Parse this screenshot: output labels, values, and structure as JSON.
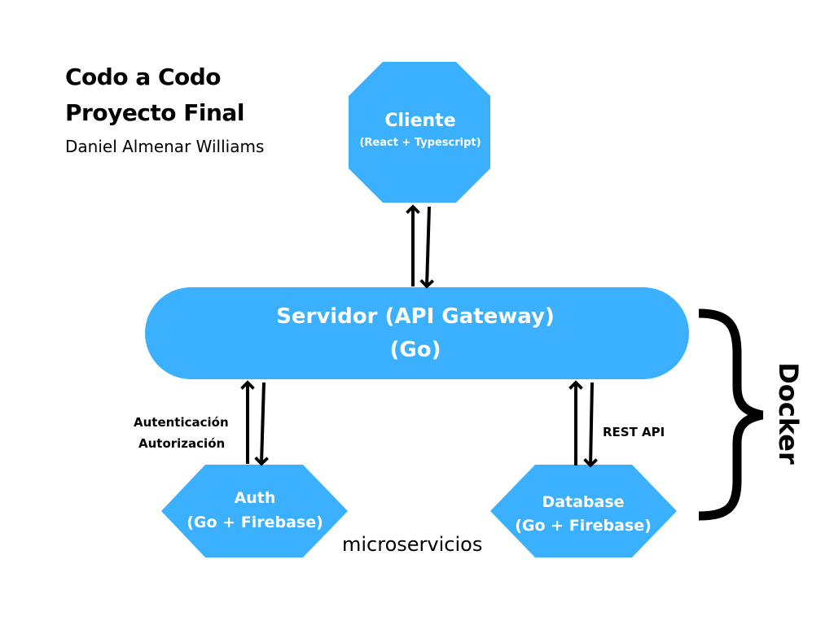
{
  "header": {
    "title_line1": "Codo a Codo",
    "title_line2": "Proyecto Final",
    "author": "Daniel Almenar Williams"
  },
  "nodes": {
    "client": {
      "title": "Cliente",
      "subtitle": "(React + Typescript)"
    },
    "gateway": {
      "title": "Servidor (API Gateway)",
      "subtitle": "(Go)"
    },
    "auth": {
      "title": "Auth",
      "subtitle": "(Go + Firebase)"
    },
    "database": {
      "title": "Database",
      "subtitle": "(Go + Firebase)"
    }
  },
  "labels": {
    "auth_line1": "Autenticación",
    "auth_line2": "Autorización",
    "rest_api": "REST API",
    "microservices": "microservicios",
    "docker": "Docker"
  },
  "colors": {
    "node_fill": "#3AB0FF",
    "text_dark": "#000000",
    "text_light": "#FFFFFF"
  }
}
